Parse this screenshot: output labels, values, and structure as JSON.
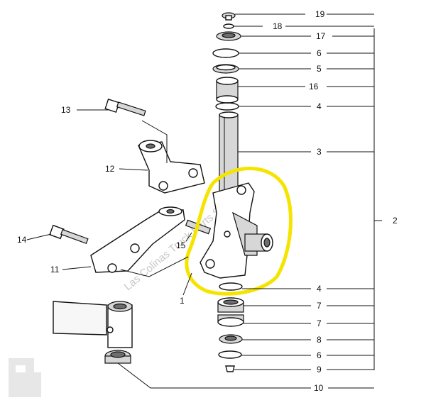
{
  "diagram": {
    "callouts": {
      "c19": "19",
      "c18": "18",
      "c17": "17",
      "c6a": "6",
      "c5": "5",
      "c16": "16",
      "c4a": "4",
      "c3": "3",
      "c2": "2",
      "c13": "13",
      "c12": "12",
      "c14": "14",
      "c15": "15",
      "c11": "11",
      "c1": "1",
      "c4b": "4",
      "c7a": "7",
      "c7b": "7",
      "c8": "8",
      "c6b": "6",
      "c9": "9",
      "c10": "10"
    },
    "watermark": "Las Colinas Truck Parts S.L.",
    "highlight_color": "#f5e400"
  }
}
